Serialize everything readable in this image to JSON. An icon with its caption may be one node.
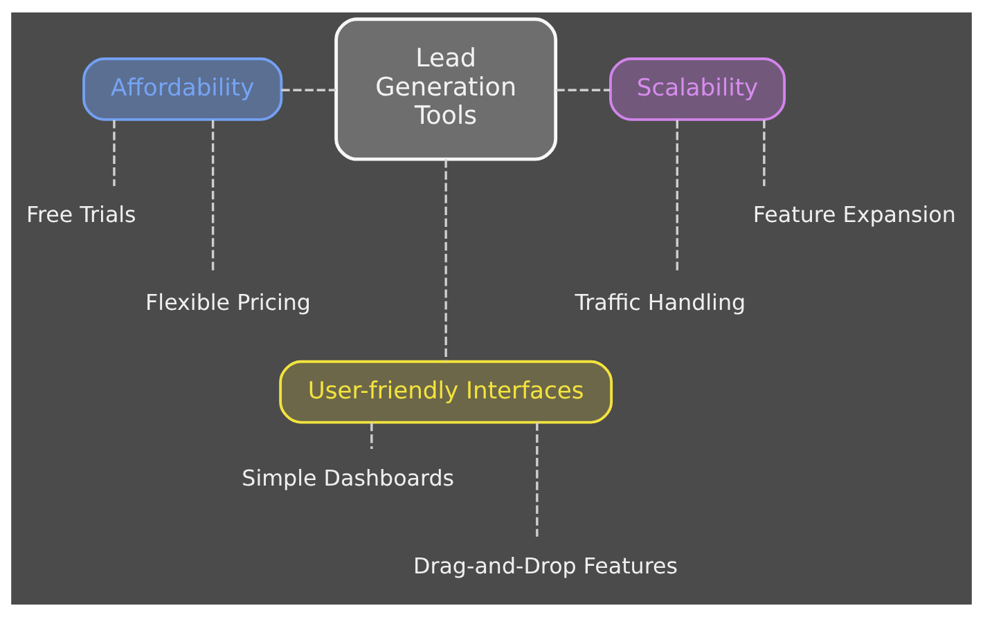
{
  "diagram": {
    "nodes": [
      {
        "text": [
          "Lead Generation Tools"
        ]
      },
      {
        "text": [
          "Affordability"
        ]
      },
      {
        "text": [
          "Free Trials"
        ]
      },
      {
        "text": [
          "Flexible Pricing"
        ]
      },
      {
        "text": [
          "Scalability"
        ]
      },
      {
        "text": [
          "Feature Expansion"
        ]
      },
      {
        "text": [
          "Traffic Handling"
        ]
      },
      {
        "text": [
          "User-friendly Interfaces"
        ]
      },
      {
        "text": [
          "Simple Dashboards"
        ]
      },
      {
        "text": [
          "Drag-and-Drop Features"
        ]
      }
    ],
    "edges": [
      {
        "from": 0,
        "to": 1,
        "arrow": "none",
        "style": "dashed"
      },
      {
        "from": 0,
        "to": 4,
        "arrow": "none",
        "style": "dashed"
      },
      {
        "from": 0,
        "to": 7,
        "arrow": "none",
        "style": "dashed"
      },
      {
        "from": 1,
        "to": 2,
        "arrow": "none",
        "style": "dashed"
      },
      {
        "from": 1,
        "to": 3,
        "arrow": "none",
        "style": "dashed"
      },
      {
        "from": 4,
        "to": 5,
        "arrow": "none",
        "style": "dashed"
      },
      {
        "from": 4,
        "to": 6,
        "arrow": "none",
        "style": "dashed"
      },
      {
        "from": 7,
        "to": 8,
        "arrow": "none",
        "style": "dashed"
      },
      {
        "from": 7,
        "to": 9,
        "arrow": "none",
        "style": "dashed"
      }
    ]
  }
}
